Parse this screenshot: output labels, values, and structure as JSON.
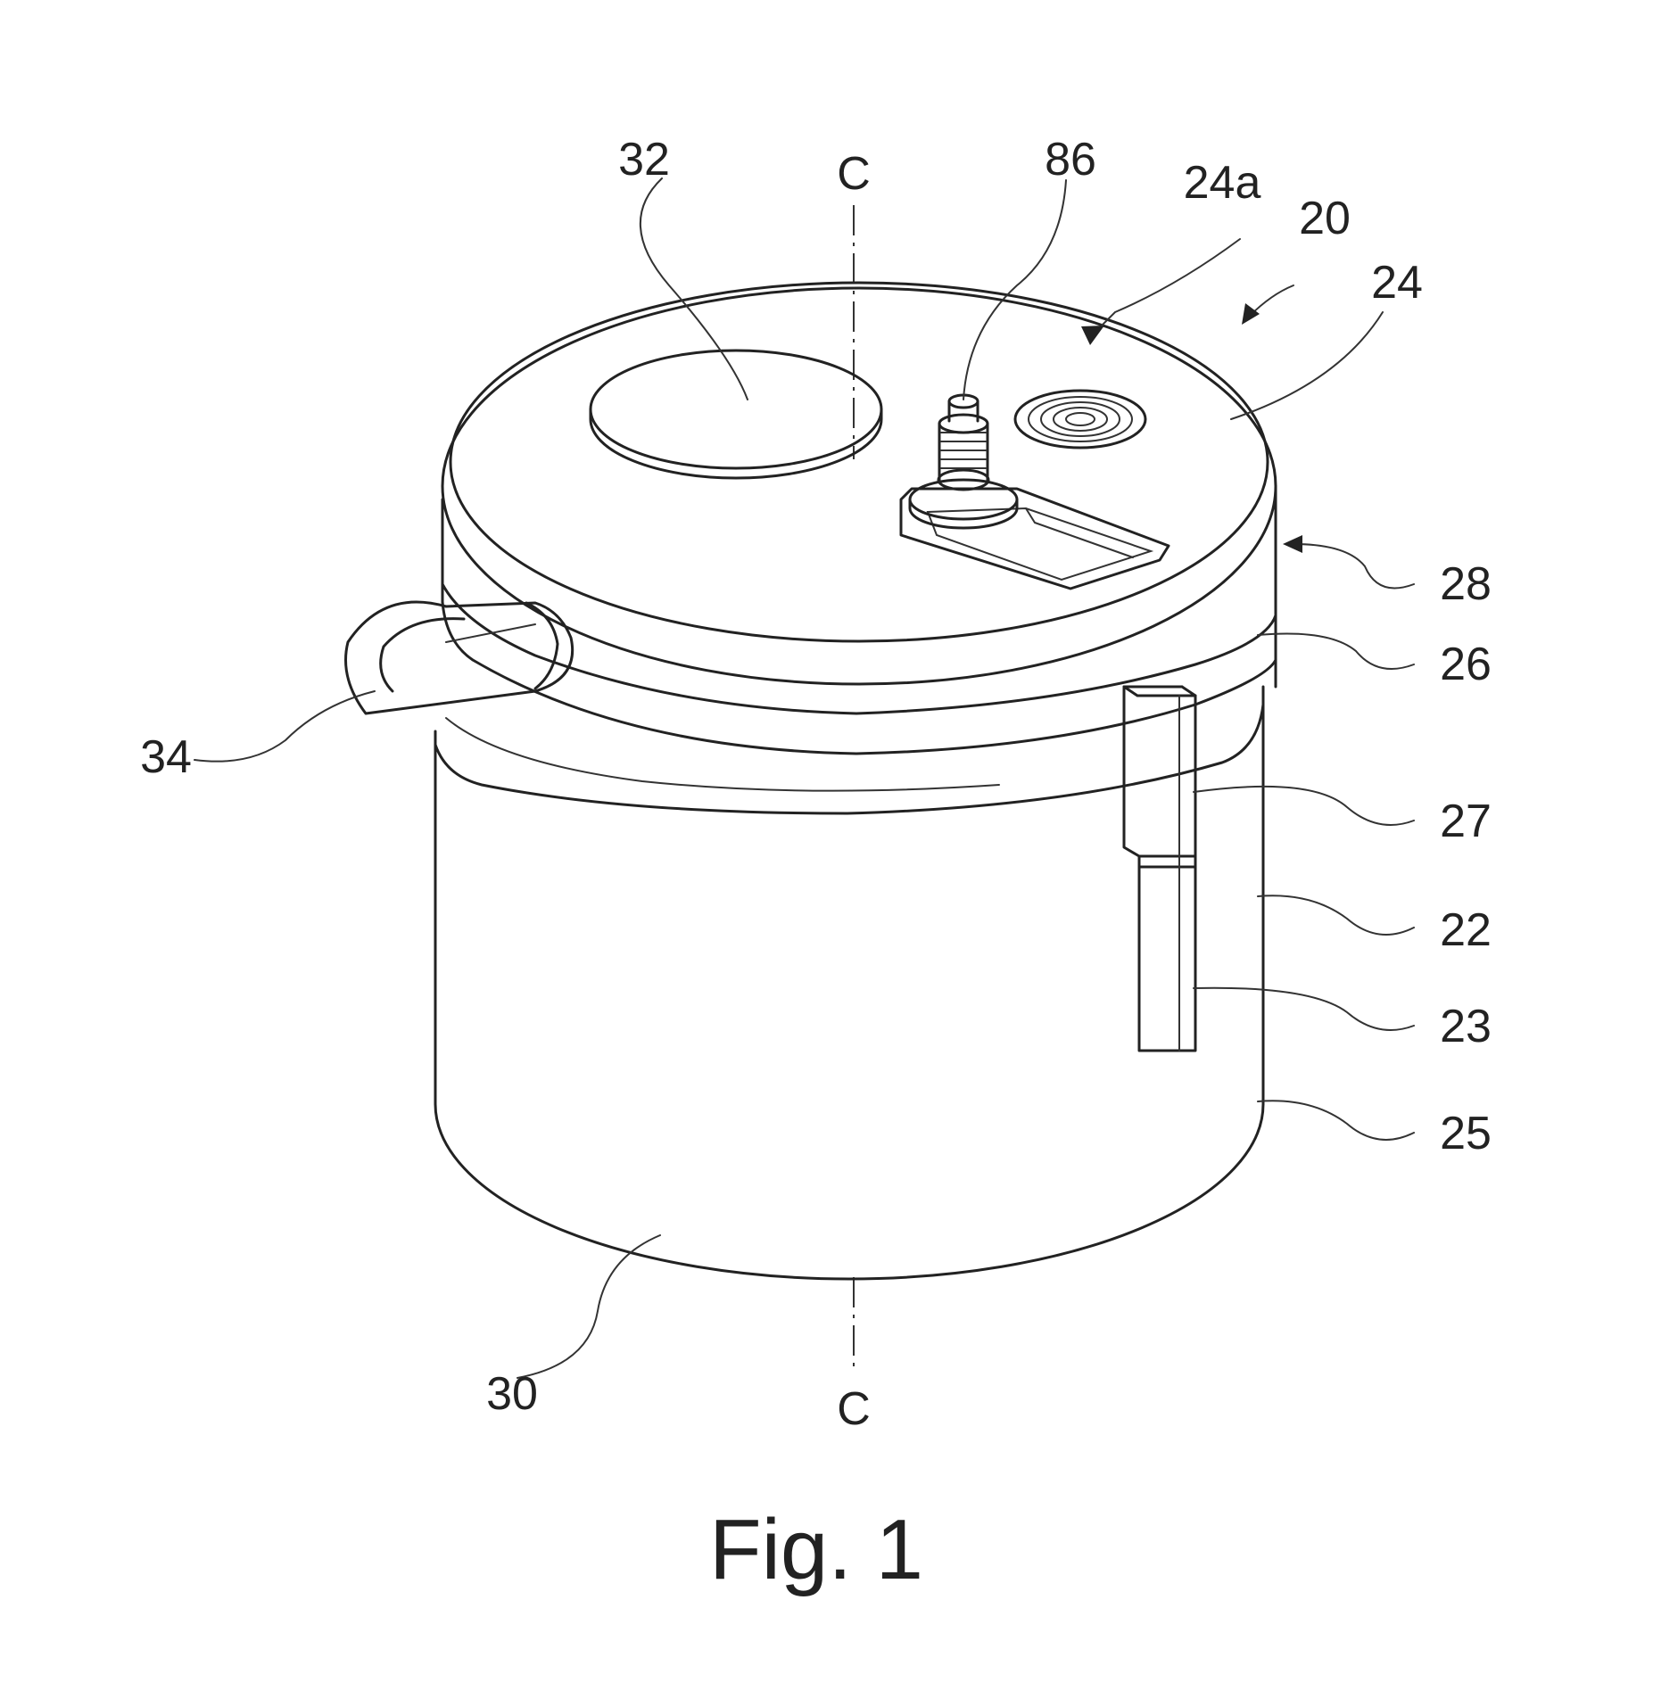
{
  "figure": {
    "caption": "Fig. 1",
    "axis_label": "C",
    "labels": {
      "l20": "20",
      "l22": "22",
      "l23": "23",
      "l24": "24",
      "l24a": "24a",
      "l25": "25",
      "l26": "26",
      "l27": "27",
      "l28": "28",
      "l30": "30",
      "l32": "32",
      "l34": "34",
      "l86": "86"
    }
  }
}
